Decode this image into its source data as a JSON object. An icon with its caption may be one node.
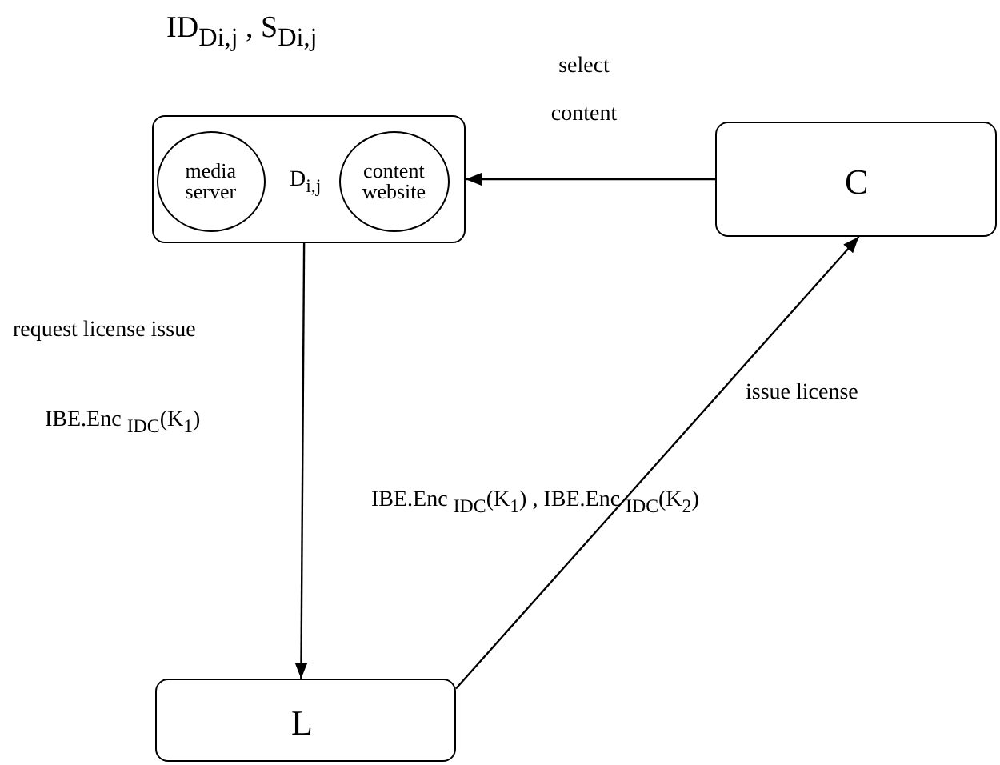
{
  "diagram": {
    "nodes": [
      {
        "text": [
          "D$_{i,j}$"
        ],
        "beside": [
          "ID$_{D}$$_{i,j}$ ,  S$_{D}$$_{i,j}$"
        ]
      },
      {
        "text": [
          "media server"
        ],
        "in": 0
      },
      {
        "text": [
          "content website"
        ],
        "in": 0
      },
      {
        "text": [
          "C"
        ]
      },
      {
        "text": [
          "L"
        ]
      }
    ],
    "edges": [
      {
        "from": 3,
        "to": 0,
        "arrow": "to",
        "label": "select content"
      },
      {
        "from": 0,
        "to": 4,
        "arrow": "to",
        "label": "request license  issue"
      },
      {
        "from": 4,
        "to": 3,
        "arrow": "to",
        "label": "issue license"
      }
    ],
    "labels": [
      "IBE.Enc $_{ID}$$_{C}$(K$_{1}$)",
      "IBE.Enc $_{ID}$$_{C}$(K$_{1}$) ,  IBE.Enc $_{ID}$$_{C}$(K$_{2}$)"
    ]
  }
}
